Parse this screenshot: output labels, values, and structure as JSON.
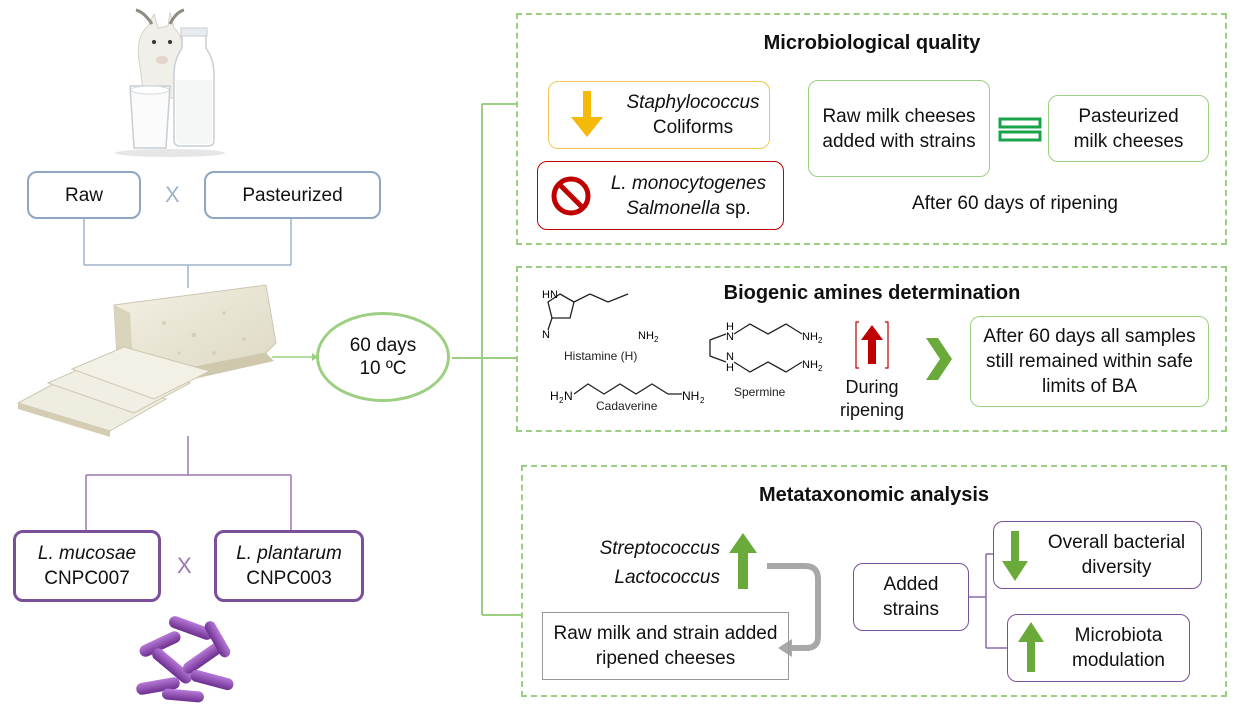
{
  "left": {
    "milk_types": [
      "Raw",
      "Pasteurized"
    ],
    "x_sign": "X",
    "strains": [
      {
        "name": "L. mucosae",
        "code": "CNPC007"
      },
      {
        "name": "L. plantarum",
        "code": "CNPC003"
      }
    ],
    "storage": {
      "days": "60 days",
      "temp": "10 ºC"
    }
  },
  "micro": {
    "title": "Microbiological quality",
    "decreased": {
      "line1": "Staphylococcus",
      "line2": "Coliforms"
    },
    "absent": {
      "line1": "L. monocytogenes",
      "line2_italic": "Salmonella",
      "line2_rest": " sp."
    },
    "raw_box": "Raw milk cheeses added with strains",
    "past_box": "Pasteurized milk cheeses",
    "note": "After 60 days of ripening",
    "colors": {
      "down_arrow": "#f5b90a",
      "prohibited": "#c00000",
      "equal": "#1aa44a"
    }
  },
  "biogenic": {
    "title": "Biogenic amines determination",
    "histamine": "Histamine (H)",
    "cadaverine": "Cadaverine",
    "spermine": "Spermine",
    "during": "During ripening",
    "result": "After 60 days all samples still remained within safe limits of BA",
    "colors": {
      "up_arrow": "#c00000",
      "chevron": "#6aaa3a"
    }
  },
  "meta": {
    "title": "Metataxonomic analysis",
    "genera": [
      "Streptococcus",
      "Lactococcus"
    ],
    "ripened": "Raw milk and strain added ripened cheeses",
    "added": "Added strains",
    "diversity": "Overall bacterial diversity",
    "modulation": "Microbiota modulation",
    "colors": {
      "arrow": "#6aaa3a"
    }
  }
}
